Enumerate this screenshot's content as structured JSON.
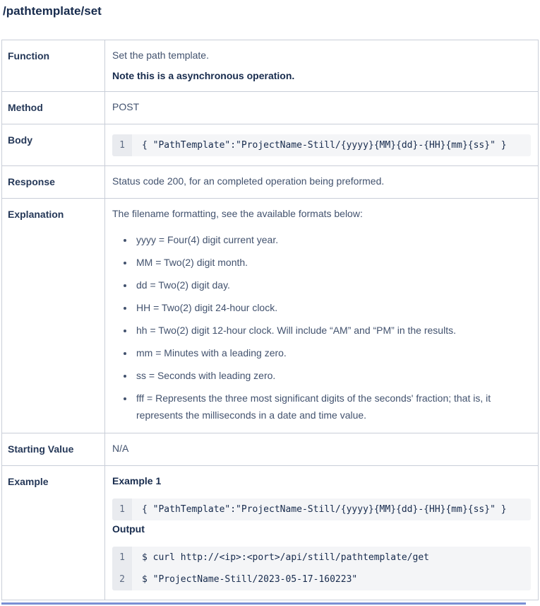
{
  "page": {
    "title": "/pathtemplate/set"
  },
  "colors": {
    "title_text": "#172b4d",
    "label_text": "#253858",
    "body_text": "#42526e",
    "table_border": "#c9ced8",
    "code_background": "#f4f5f7",
    "code_gutter_background": "#e9ebef",
    "line_number_text": "#5e6c84",
    "bottom_bar": "#7a90d4"
  },
  "rows": {
    "function": {
      "label": "Function",
      "text": "Set the path template.",
      "note": "Note this is a asynchronous operation."
    },
    "method": {
      "label": "Method",
      "value": "POST"
    },
    "body": {
      "label": "Body",
      "code": {
        "lines": [
          {
            "num": "1",
            "text": "{ \"PathTemplate\":\"ProjectName-Still/{yyyy}{MM}{dd}-{HH}{mm}{ss}\" }"
          }
        ]
      }
    },
    "response": {
      "label": "Response",
      "text": "Status code 200, for an completed operation being preformed."
    },
    "explanation": {
      "label": "Explanation",
      "intro": "The filename formatting, see the available formats below:",
      "formats": [
        "yyyy = Four(4) digit current year.",
        "MM = Two(2) digit month.",
        "dd = Two(2) digit day.",
        "HH = Two(2) digit 24-hour clock.",
        "hh = Two(2) digit 12-hour clock. Will include “AM” and “PM” in the results.",
        "mm = Minutes with a leading zero.",
        "ss = Seconds with leading zero.",
        "fff = Represents the three most significant digits of the seconds' fraction; that is, it represents the milliseconds in a date and time value."
      ]
    },
    "starting_value": {
      "label": "Starting Value",
      "value": "N/A"
    },
    "example": {
      "label": "Example",
      "heading": "Example 1",
      "code": {
        "lines": [
          {
            "num": "1",
            "text": "{ \"PathTemplate\":\"ProjectName-Still/{yyyy}{MM}{dd}-{HH}{mm}{ss}\" }"
          }
        ]
      },
      "output_heading": "Output",
      "output_code": {
        "lines": [
          {
            "num": "1",
            "text": "$ curl http://<ip>:<port>/api/still/pathtemplate/get"
          },
          {
            "num": "2",
            "text": "$ \"ProjectName-Still/2023-05-17-160223\""
          }
        ]
      }
    }
  }
}
